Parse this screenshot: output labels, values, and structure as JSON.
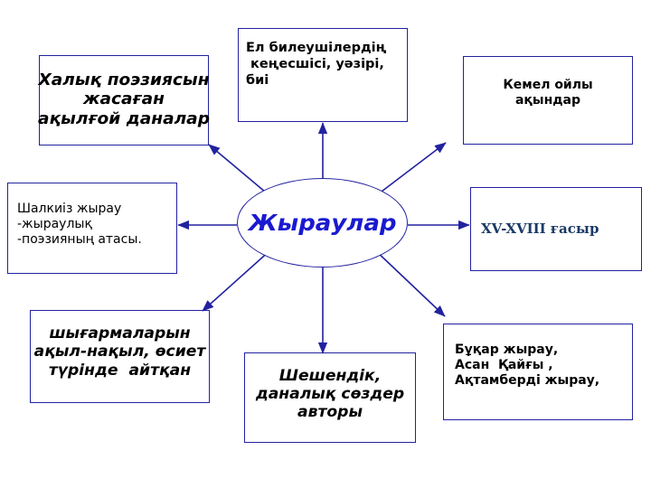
{
  "diagram": {
    "center": {
      "label": "Жыраулар",
      "shape": "ellipse",
      "text_color": "#1a1ad0",
      "border_color": "#2222a0"
    },
    "nodes": [
      {
        "id": "top-left",
        "label": "Халық поэзиясын\nжасаған\nақылғой даналар",
        "text_color": "#000000",
        "border_color": "#2222a0"
      },
      {
        "id": "top-center",
        "label": "Ел билеушілердің\n кеңесшісі, уәзірі,\nбиі",
        "text_color": "#000000",
        "border_color": "#2222a0"
      },
      {
        "id": "top-right",
        "label": "Кемел ойлы\nақындар",
        "text_color": "#000000",
        "border_color": "#2222a0"
      },
      {
        "id": "left-middle",
        "label": "Шалкиіз жырау\n‑жыраулық\n‑поэзияның атасы.",
        "text_color": "#000000",
        "border_color": "#2222a0"
      },
      {
        "id": "right-middle",
        "label": "XV-XVIII ғасыр",
        "text_color": "#1b3a66",
        "border_color": "#2222a0"
      },
      {
        "id": "bottom-left",
        "label": "шығармаларын\nақыл-нақыл, өсиет\nтүрінде  айтқан",
        "text_color": "#000000",
        "border_color": "#2222a0"
      },
      {
        "id": "bottom-center",
        "label": "Шешендік,\nданалық сөздер\nавторы",
        "text_color": "#000000",
        "border_color": "#2222a0"
      },
      {
        "id": "bottom-right",
        "label": "Бұқар жырау,\nАсан  Қайғы ,\nАқтамберді жырау,",
        "text_color": "#000000",
        "border_color": "#2222a0"
      }
    ],
    "connectors": {
      "style": "single-headed arrow from center ellipse outward to each node",
      "color": "#2222a0",
      "count": 8
    },
    "background_color": "#ffffff"
  }
}
